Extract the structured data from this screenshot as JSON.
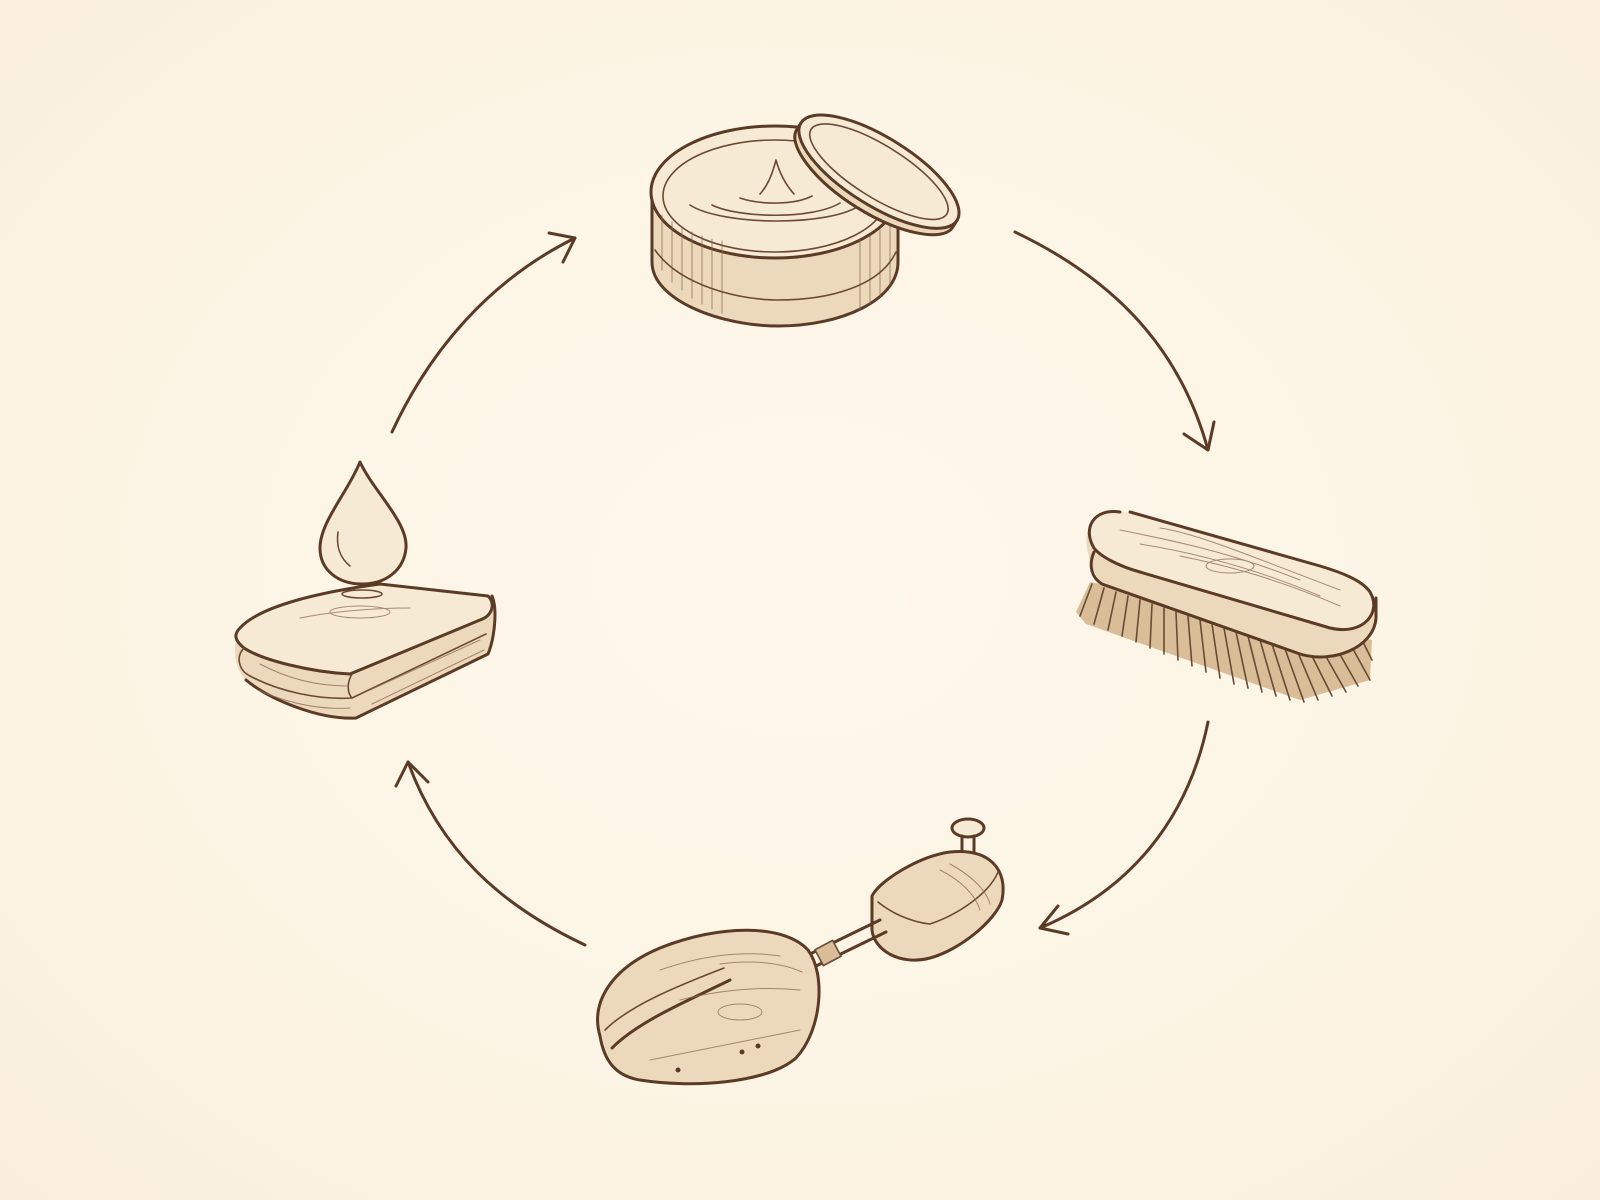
{
  "diagram": {
    "type": "cycle",
    "direction": "clockwise",
    "steps": [
      {
        "id": "polish-tin",
        "icon": "polish-tin-icon"
      },
      {
        "id": "shoe-brush",
        "icon": "shoe-brush-icon"
      },
      {
        "id": "shoe-tree",
        "icon": "shoe-tree-icon"
      },
      {
        "id": "cloth-with-drop",
        "icon": "cloth-drop-icon"
      }
    ]
  },
  "colors": {
    "background": "#fdf5e6",
    "ink": "#5b3b26",
    "wood": "#ecd9bb"
  }
}
